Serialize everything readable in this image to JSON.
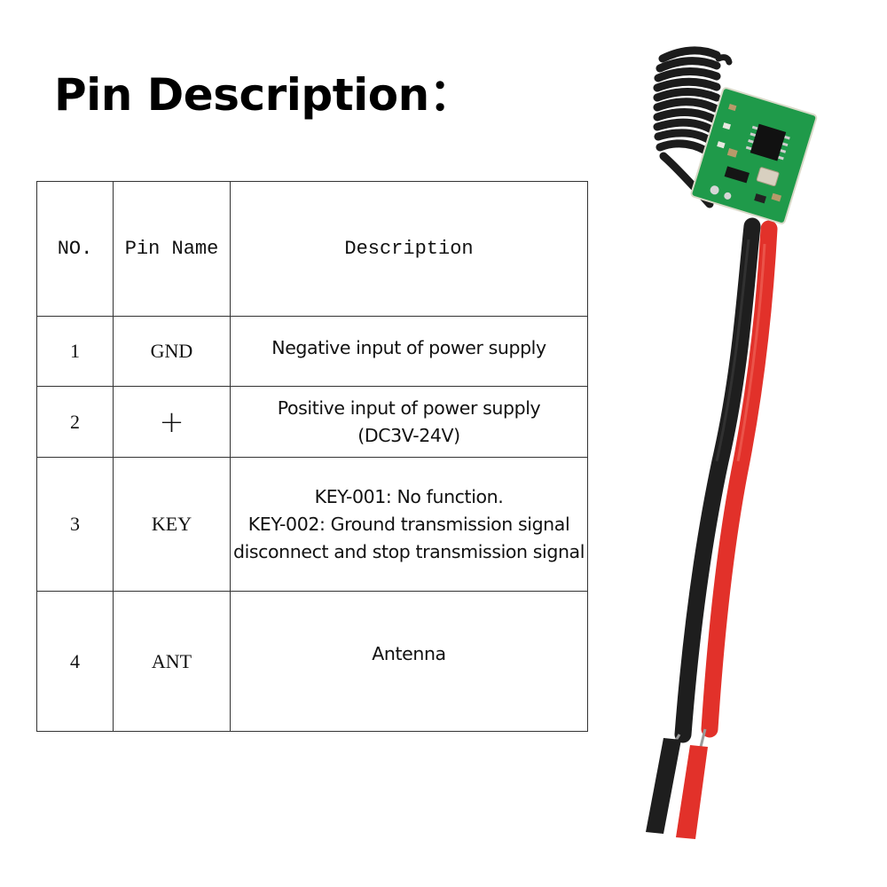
{
  "title": "Pin Description：",
  "table": {
    "headers": {
      "no": "NO.",
      "pin_name": "Pin Name",
      "description": "Description"
    },
    "rows": [
      {
        "no": "1",
        "pin_name": "GND",
        "description_lines": [
          "Negative input of power supply"
        ]
      },
      {
        "no": "2",
        "pin_name": "+",
        "description_lines": [
          "Positive input of power supply",
          "(DC3V-24V)"
        ]
      },
      {
        "no": "3",
        "pin_name": "KEY",
        "description_lines": [
          "KEY-001: No function.",
          "KEY-002: Ground transmission signal",
          "disconnect and stop transmission signal"
        ]
      },
      {
        "no": "4",
        "pin_name": "ANT",
        "description_lines": [
          "Antenna"
        ]
      }
    ]
  },
  "product_image": {
    "subject": "wireless transmitter module with coil antenna and red/black power wires",
    "colors": {
      "pcb": "#1f9a4a",
      "antenna": "#1c1c1c",
      "wire_black": "#1e1e1e",
      "wire_red": "#e2312a",
      "chip": "#111111"
    }
  }
}
